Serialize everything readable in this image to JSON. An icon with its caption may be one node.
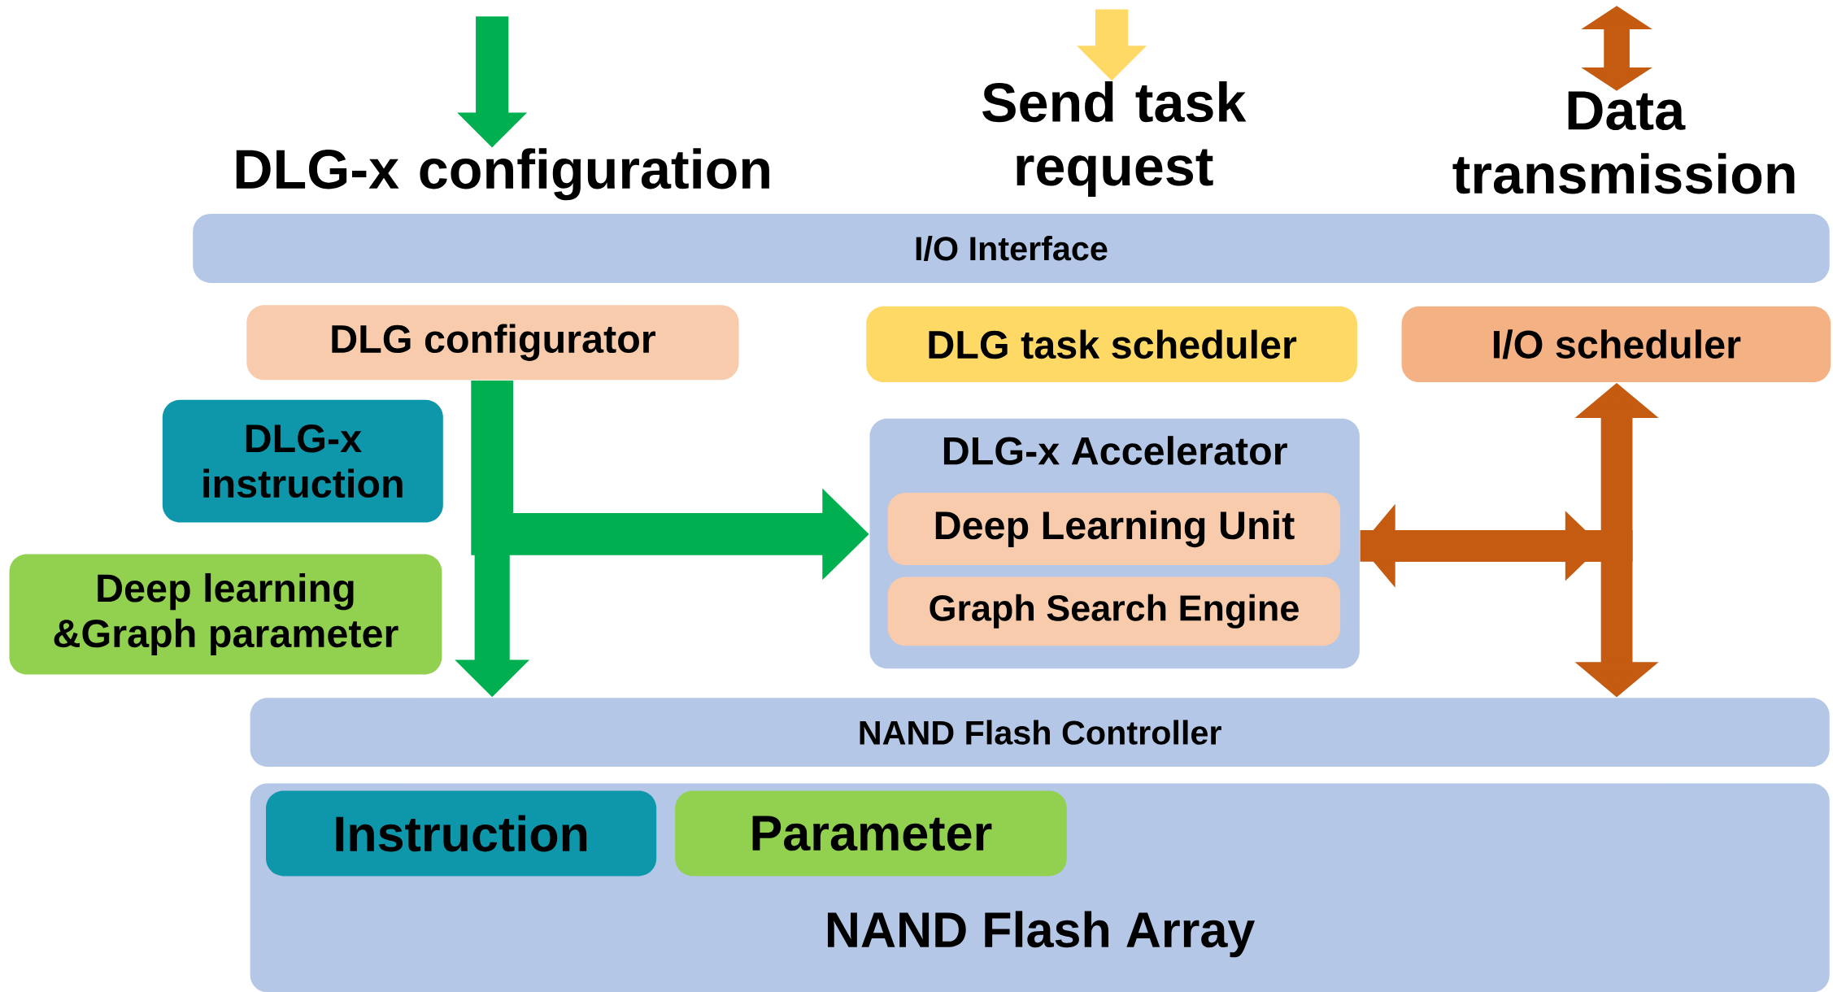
{
  "diagram": {
    "nodes": [
      {
        "text": [
          "DLG-x configuration"
        ]
      },
      {
        "text": [
          "Send task request"
        ]
      },
      {
        "text": [
          "Data transmission"
        ]
      },
      {
        "text": [
          "I/O Interface"
        ]
      },
      {
        "text": [
          "DLG configurator"
        ]
      },
      {
        "text": [
          "DLG task scheduler"
        ]
      },
      {
        "text": [
          "I/O scheduler"
        ]
      },
      {
        "text": [
          "DLG-x instruction"
        ]
      },
      {
        "text": [
          "Deep learning &Graph parameter"
        ]
      },
      {
        "text": [
          "DLG-x Accelerator"
        ]
      },
      {
        "text": [
          "Deep Learning Unit"
        ],
        "in": 9
      },
      {
        "text": [
          "Graph Search Engine"
        ],
        "in": 9
      },
      {
        "text": [
          "NAND Flash Controller"
        ]
      },
      {
        "text": [
          "NAND Flash Array"
        ]
      },
      {
        "text": [
          "Instruction"
        ],
        "in": 13
      },
      {
        "text": [
          "Parameter"
        ],
        "in": 13
      }
    ],
    "edges": [
      {
        "from": null,
        "to": 0,
        "arrow": "to",
        "color": "#00b050"
      },
      {
        "from": null,
        "to": 1,
        "arrow": "to",
        "color": "#ffd966"
      },
      {
        "from": null,
        "to": 2,
        "arrow": "both",
        "color": "#c55a11"
      },
      {
        "from": 4,
        "to": 12,
        "arrow": "to",
        "color": "#00b050"
      },
      {
        "from": 4,
        "to": 9,
        "arrow": "to",
        "color": "#00b050"
      },
      {
        "from": 9,
        "to": 6,
        "arrow": "both",
        "color": "#c55a11"
      },
      {
        "from": 9,
        "to": 12,
        "arrow": "to",
        "color": "#c55a11"
      }
    ]
  }
}
